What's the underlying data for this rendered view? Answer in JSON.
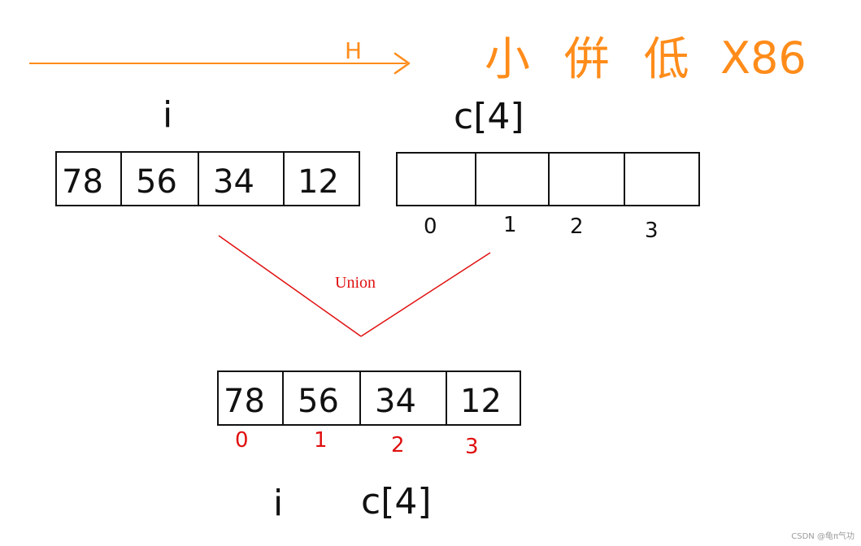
{
  "header": {
    "arrow_label": "H",
    "endianness_label": "小 倂 低",
    "arch_label": "X86",
    "color": "#ff8c1a"
  },
  "top_left": {
    "var_label": "i",
    "cells": [
      "78",
      "56",
      "34",
      "12"
    ]
  },
  "top_right": {
    "var_label": "c[4]",
    "cells": [
      "",
      "",
      "",
      ""
    ],
    "indices": [
      "0",
      "1",
      "2",
      "3"
    ]
  },
  "merge": {
    "label": "Union",
    "color": "#e01010"
  },
  "bottom": {
    "cells": [
      "78",
      "56",
      "34",
      "12"
    ],
    "indices": [
      "0",
      "1",
      "2",
      "3"
    ],
    "label_i": "i",
    "label_c": "c[4]"
  },
  "watermark": "CSDN @龟π气功"
}
